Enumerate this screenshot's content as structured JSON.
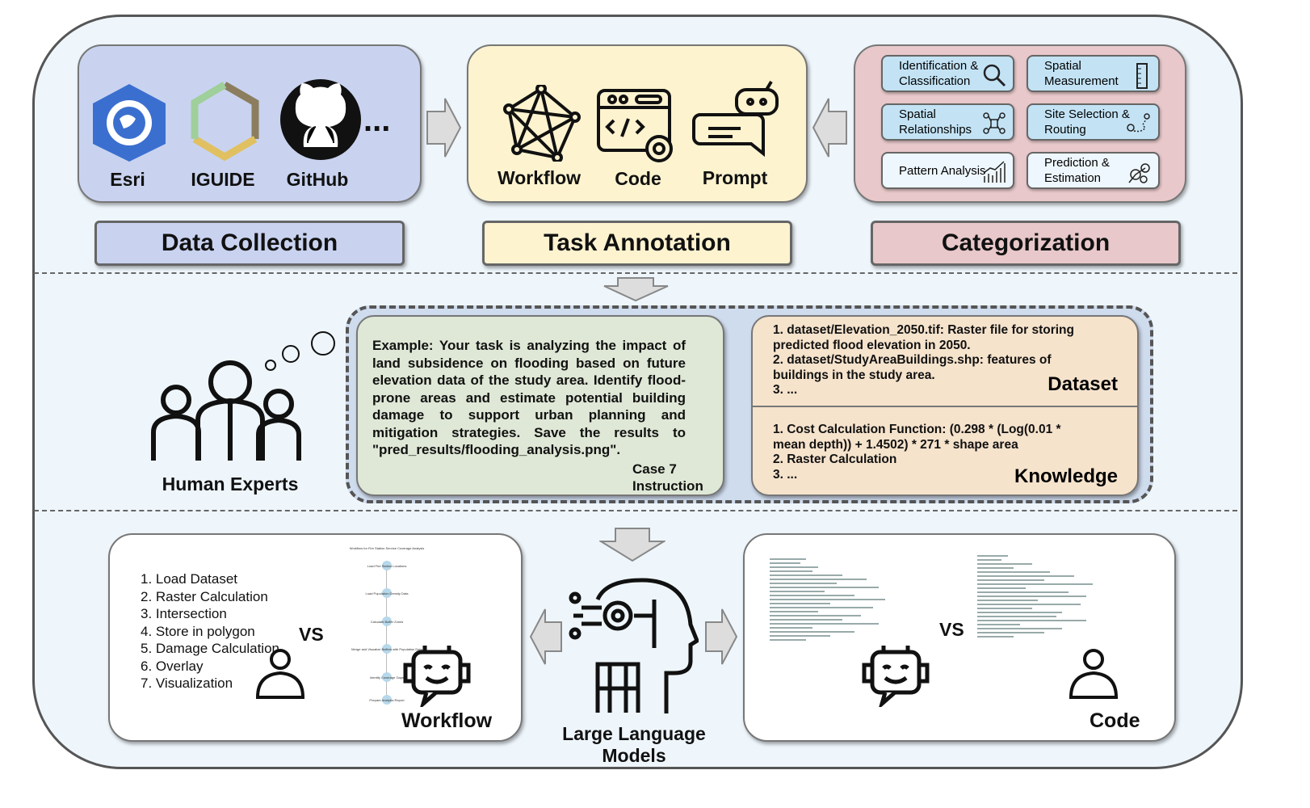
{
  "data_collection": {
    "sources": [
      "Esri",
      "IGUIDE",
      "GitHub"
    ],
    "more": "...",
    "label": "Data Collection",
    "color": "#c9d3f0"
  },
  "task_annotation": {
    "items": [
      "Workflow",
      "Code",
      "Prompt"
    ],
    "label": "Task Annotation",
    "color": "#fdf3cf"
  },
  "categorization": {
    "label": "Categorization",
    "color": "#e8c8ca",
    "categories": [
      {
        "name": "Identification & Classification",
        "icon": "magnifier-icon"
      },
      {
        "name": "Spatial Measurement",
        "icon": "ruler-icon"
      },
      {
        "name": "Spatial Relationships",
        "icon": "network-pins-icon"
      },
      {
        "name": "Site Selection & Routing",
        "icon": "route-pins-icon"
      },
      {
        "name": "Pattern Analysis",
        "icon": "bar-trend-icon"
      },
      {
        "name": "Prediction & Estimation",
        "icon": "gears-chart-icon"
      }
    ]
  },
  "human_experts": {
    "label": "Human Experts"
  },
  "instruction": {
    "text": "Example: Your task is analyzing the impact of land subsidence on flooding based on future elevation data of the study area. Identify flood-prone areas and estimate potential building damage to support urban planning and mitigation strategies. Save the results to \"pred_results/flooding_analysis.png\".",
    "case": "Case 7",
    "label": "Instruction"
  },
  "dataset": {
    "lines": [
      "1. dataset/Elevation_2050.tif: Raster file for storing predicted flood elevation in 2050.",
      "2. dataset/StudyAreaBuildings.shp: features of buildings in the study area.",
      "3. ..."
    ],
    "label": "Dataset"
  },
  "knowledge": {
    "lines": [
      "1. Cost Calculation Function: (0.298 * (Log(0.01 * mean depth)) + 1.4502) * 271 * shape area",
      "2. Raster Calculation",
      "3. ..."
    ],
    "label": "Knowledge"
  },
  "workflow_panel": {
    "steps": [
      "1. Load Dataset",
      "2. Raster Calculation",
      "3. Intersection",
      "4. Store in polygon",
      "5. Damage Calculation",
      "6. Overlay",
      "7. Visualization"
    ],
    "vs": "VS",
    "label": "Workflow",
    "thumbnail": {
      "title": "Workflow for Fire Station Service Coverage Analysis",
      "nodes": [
        "Load Fire Station Locations",
        "Load Population Density Data",
        "Calculate Buffer Zones",
        "Merge and Visualize Buffers with Population Data",
        "Identify Coverage Gaps",
        "Prepare Analysis Report"
      ]
    }
  },
  "llm": {
    "label": "Large Language Models"
  },
  "code_panel": {
    "vs": "VS",
    "label": "Code"
  }
}
